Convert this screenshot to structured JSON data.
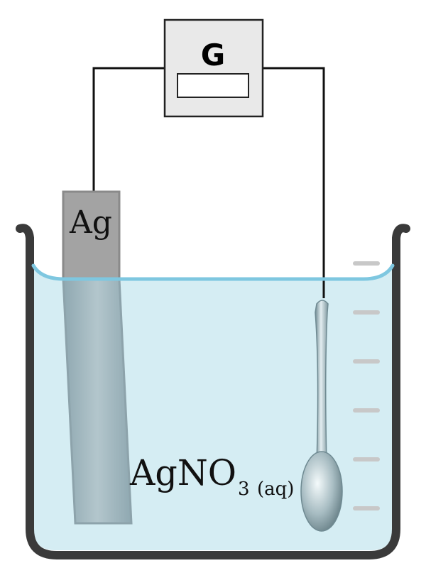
{
  "galvanometer": {
    "label": "G"
  },
  "electrode": {
    "label": "Ag"
  },
  "solution": {
    "formula_main": "AgNO",
    "formula_sub": "3",
    "state": "(aq)"
  },
  "colors": {
    "wire": "#111111",
    "meter_body": "#e9e9e9",
    "beaker_outline": "#3a3a3a",
    "liquid": "#d5edf3",
    "liquid_surface": "#7ec7e0",
    "electrode_dry": "#a3a3a3",
    "electrode_wet": "#9fb7bf",
    "tick": "#c8c8c8"
  }
}
